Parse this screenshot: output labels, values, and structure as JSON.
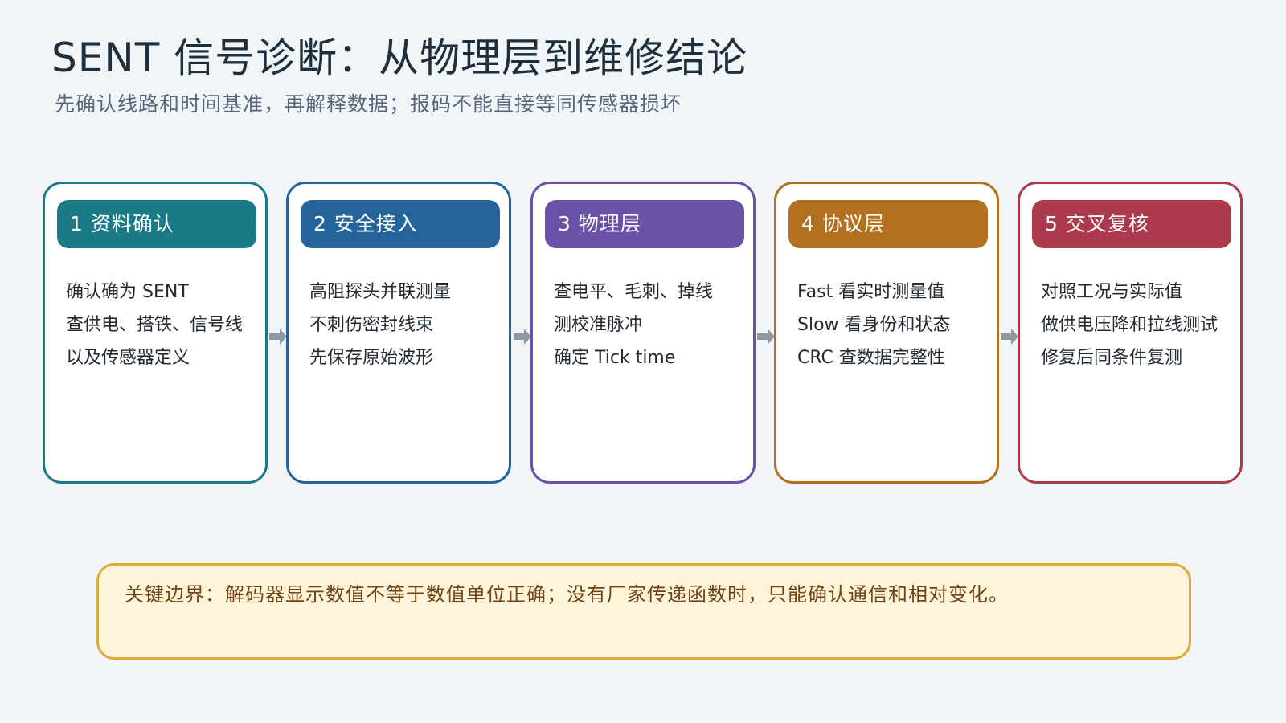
{
  "title": "SENT 信号诊断：从物理层到维修结论",
  "subtitle": "先确认线路和时间基准，再解释数据；报码不能直接等同传感器损坏",
  "steps": [
    {
      "header": "1 资料确认",
      "color": "#1a7a86",
      "lines": [
        "确认确为 SENT",
        "查供电、搭铁、信号线",
        "以及传感器定义"
      ]
    },
    {
      "header": "2 安全接入",
      "color": "#25649a",
      "lines": [
        "高阻探头并联测量",
        "不刺伤密封线束",
        "先保存原始波形"
      ]
    },
    {
      "header": "3 物理层",
      "color": "#6a52a8",
      "lines": [
        "查电平、毛刺、掉线",
        "测校准脉冲",
        "确定 Tick time"
      ]
    },
    {
      "header": "4 协议层",
      "color": "#b3701e",
      "lines": [
        "Fast 看实时测量值",
        "Slow 看身份和状态",
        "CRC 查数据完整性"
      ]
    },
    {
      "header": "5 交叉复核",
      "color": "#ad3a4c",
      "lines": [
        "对照工况与实际值",
        "做供电压降和拉线测试",
        "修复后同条件复测"
      ]
    }
  ],
  "note": "关键边界：解码器显示数值不等于数值单位正确；没有厂家传递函数时，只能确认通信和相对变化。",
  "colors": {
    "background": "#f2f5f8",
    "arrow": "#8d99a5",
    "note_border": "#e1a93c",
    "note_fill": "#fff3d9",
    "note_text": "#6f4314"
  }
}
